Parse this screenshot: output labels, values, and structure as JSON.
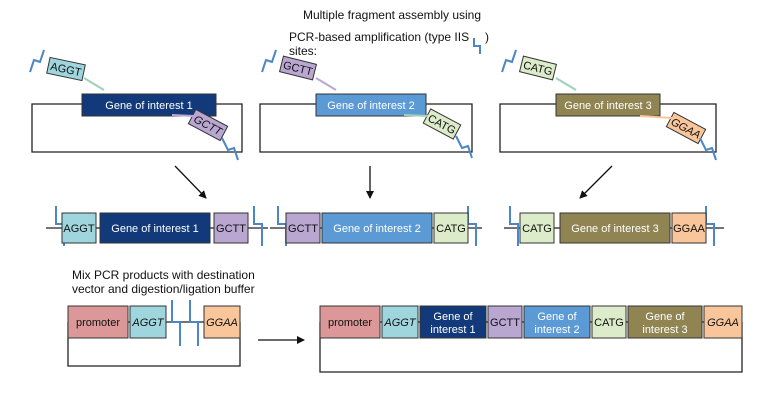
{
  "title_line1": "Multiple fragment assembly using",
  "title_line2": "PCR-based amplification  (type IIS sites:",
  "title_close": ")",
  "mix_line1": "Mix PCR products with destination",
  "mix_line2": "vector and digestion/ligation buffer",
  "genes": {
    "g1": "Gene of interest 1",
    "g2": "Gene of interest 2",
    "g3": "Gene of interest 3",
    "g1_l1": "Gene of",
    "g1_l2": "interest 1",
    "g2_l1": "Gene of",
    "g2_l2": "interest 2",
    "g3_l1": "Gene of",
    "g3_l2": "interest 3"
  },
  "overhangs": {
    "aggt": "AGGT",
    "gctt": "GCTT",
    "catg": "CATG",
    "ggaa": "GGAA"
  },
  "promoter": "promoter",
  "colors": {
    "gene1": "#123a7a",
    "gene2": "#5b9ad5",
    "gene3": "#8f8452",
    "aggt": "#9fd5dc",
    "gctt": "#b9a7d1",
    "catg": "#dcebc9",
    "ggaa": "#f8c69a",
    "promoter": "#dc9898",
    "site": "#4a86c8"
  }
}
